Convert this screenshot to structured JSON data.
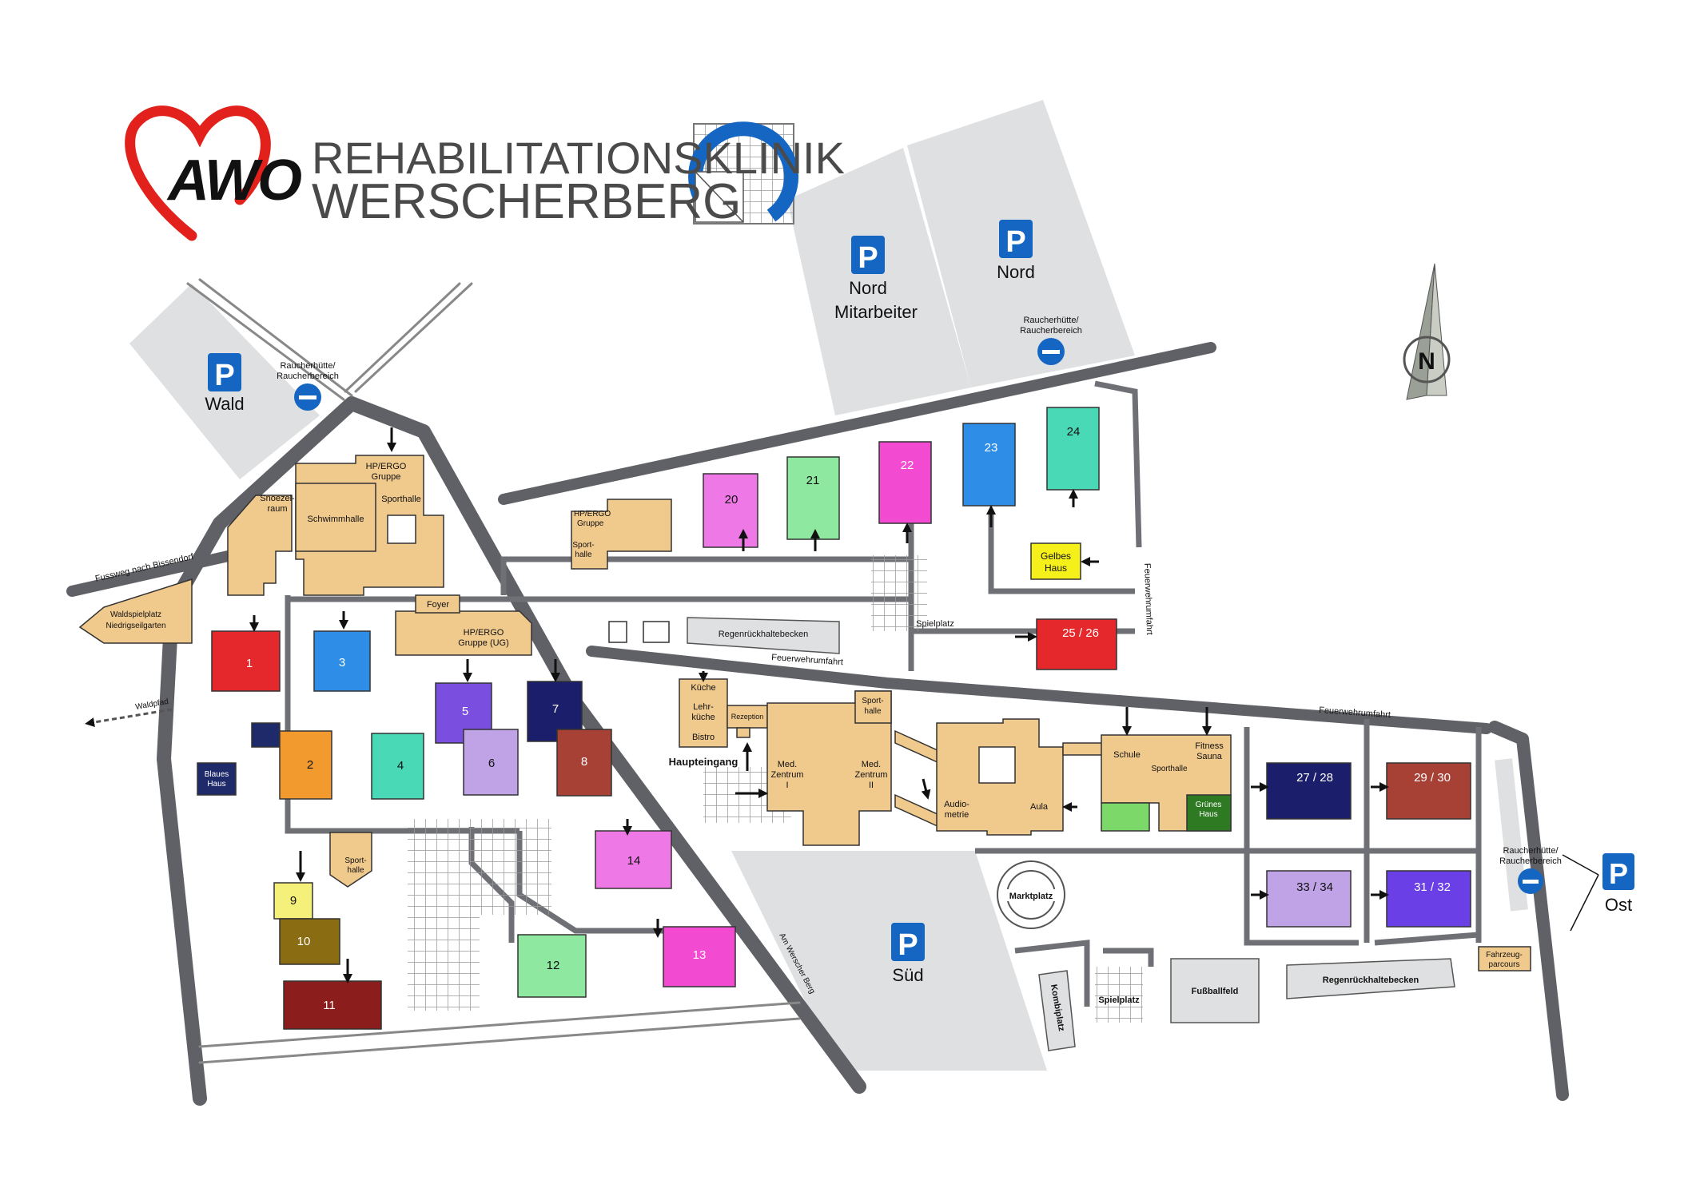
{
  "header": {
    "brand": "AWO",
    "clinic_line1": "REHABILITATIONSKLINIK",
    "clinic_line2": "WERSCHERBERG"
  },
  "colors": {
    "road": "#5f6166",
    "area": "#dfe0e1",
    "building": "#f0c98c",
    "brand_red": "#e2211c",
    "parking_blue": "#1466c2"
  },
  "icons": {
    "parking": "parking-icon",
    "smoking": "smoking-area-icon",
    "compass": "compass-north-icon",
    "heart": "heart-logo-icon"
  },
  "parking": {
    "wald": "Wald",
    "nord_mitarbeiter_1": "Nord",
    "nord_mitarbeiter_2": "Mitarbeiter",
    "nord": "Nord",
    "sued": "Süd",
    "ost": "Ost",
    "letter": "P"
  },
  "smoking": {
    "line1": "Raucherhütte/",
    "line2": "Raucherbereich"
  },
  "compass": "N",
  "paths": {
    "fussweg": "Fussweg nach Bissendorf",
    "waldspielplatz_1": "Waldspielplatz",
    "waldspielplatz_2": "Niedrigseilgarten",
    "waldpfad": "Waldpfad",
    "am_werscher_berg": "Am Werscher Berg",
    "feuerwehr": "Feuerwehrumfahrt",
    "regen": "Regenrückhaltebecken",
    "haupteingang": "Haupteingang",
    "marktplatz": "Marktplatz",
    "kombiplatz": "Kombiplatz",
    "spielplatz": "Spielplatz",
    "fussballfeld": "Fußballfeld",
    "fahrzeug_1": "Fahrzeug-",
    "fahrzeug_2": "parcours"
  },
  "west": {
    "hp_ergo_1": "HP/ERGO",
    "hp_ergo_2": "Gruppe",
    "snoezel_1": "Snoezel-",
    "snoezel_2": "raum",
    "schwimmhalle": "Schwimmhalle",
    "sporthalle": "Sporthalle",
    "foyer": "Foyer",
    "hp_ug_1": "HP/ERGO",
    "hp_ug_2": "Gruppe (UG)",
    "blaues_1": "Blaues",
    "blaues_2": "Haus",
    "sport_1": "Sport-",
    "sport_2": "halle"
  },
  "center": {
    "hp_1": "HP/ERGO",
    "hp_2": "Gruppe",
    "sport_1": "Sport-",
    "sport_2": "halle",
    "kueche": "Küche",
    "lehr_1": "Lehr-",
    "lehr_2": "küche",
    "bistro": "Bistro",
    "rezeption": "Rezeption",
    "med": "Med.",
    "zentrum": "Zentrum",
    "i": "I",
    "ii": "II",
    "audio_1": "Audio-",
    "audio_2": "metrie",
    "aula": "Aula",
    "schule": "Schule",
    "sporthalle": "Sporthalle",
    "fitness": "Fitness",
    "sauna": "Sauna",
    "gruenes_1": "Grünes",
    "gruenes_2": "Haus",
    "gelbes_1": "Gelbes",
    "gelbes_2": "Haus"
  },
  "houses": {
    "h1": "1",
    "h2": "2",
    "h3": "3",
    "h4": "4",
    "h5": "5",
    "h6": "6",
    "h7": "7",
    "h8": "8",
    "h9": "9",
    "h10": "10",
    "h11": "11",
    "h12": "12",
    "h13": "13",
    "h14": "14",
    "h20": "20",
    "h21": "21",
    "h22": "22",
    "h23": "23",
    "h24": "24",
    "h25": "25 / 26",
    "h27": "27 / 28",
    "h29": "29 / 30",
    "h31": "31 / 32",
    "h33": "33 / 34"
  }
}
